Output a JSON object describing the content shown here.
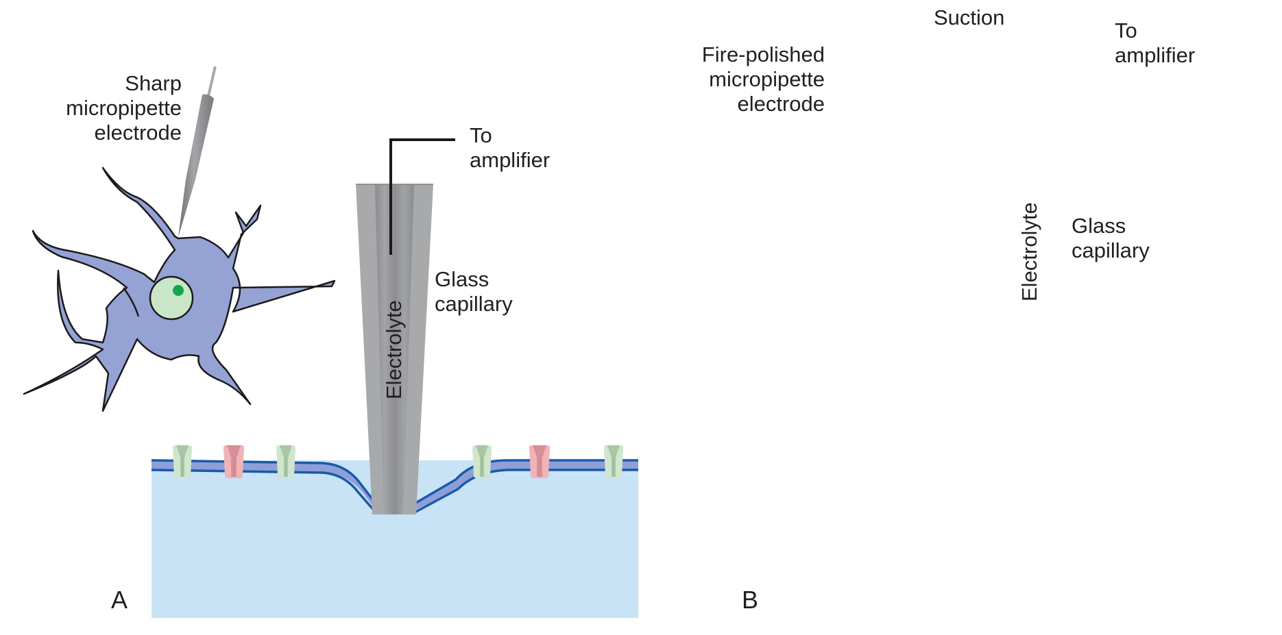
{
  "figure": {
    "panels": [
      {
        "letter": "A",
        "electrode_label": [
          "Sharp",
          "micropipette",
          "electrode"
        ],
        "amplifier_label": [
          "To",
          "amplifier"
        ],
        "capillary_label": [
          "Glass",
          "capillary"
        ],
        "electrolyte_label": "Electrolyte"
      },
      {
        "letter": "B",
        "electrode_label": [
          "Fire-polished",
          "micropipette",
          "electrode"
        ],
        "suction_label": "Suction",
        "amplifier_label": [
          "To",
          "amplifier"
        ],
        "capillary_label": [
          "Glass",
          "capillary"
        ],
        "electrolyte_label": "Electrolyte"
      }
    ],
    "colors": {
      "cell_body": "#95a2d4",
      "cell_outline": "#1a1a1a",
      "nucleus": "#c9e6c9",
      "nucleolus": "#12a84a",
      "bath": "#c7e3f5",
      "membrane_fill": "#8e9fd8",
      "membrane_edge": "#1a5aa8",
      "glass_outer": "#a8a9ab",
      "glass_inner": "#8a8b8e",
      "electrolyte": "#9c9da0",
      "channel_green": "#cfe6cc",
      "channel_red": "#f1b3b8",
      "wire": "#1a1a1a",
      "electrode_gray": "#8f9093"
    }
  }
}
